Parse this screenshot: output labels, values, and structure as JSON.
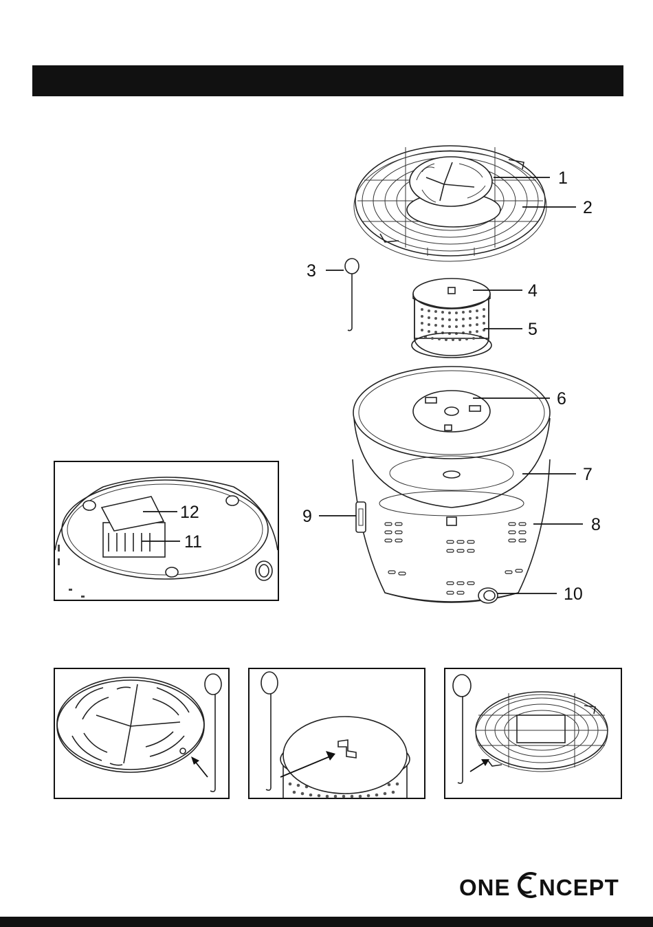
{
  "callouts": [
    {
      "num": "1",
      "part": "charcoal-grate"
    },
    {
      "num": "2",
      "part": "grill-grate"
    },
    {
      "num": "3",
      "part": "lifting-hook"
    },
    {
      "num": "4",
      "part": "charcoal-container-lid"
    },
    {
      "num": "5",
      "part": "charcoal-container"
    },
    {
      "num": "6",
      "part": "container-holder"
    },
    {
      "num": "7",
      "part": "inner-bowl"
    },
    {
      "num": "8",
      "part": "outer-housing"
    },
    {
      "num": "9",
      "part": "clip-latch"
    },
    {
      "num": "10",
      "part": "fan-control-knob"
    },
    {
      "num": "11",
      "part": "battery-compartment"
    },
    {
      "num": "12",
      "part": "battery-cover"
    }
  ],
  "brand": {
    "left": "ONE",
    "right": "NCEPT"
  },
  "colors": {
    "ink": "#111111",
    "paper": "#ffffff"
  }
}
